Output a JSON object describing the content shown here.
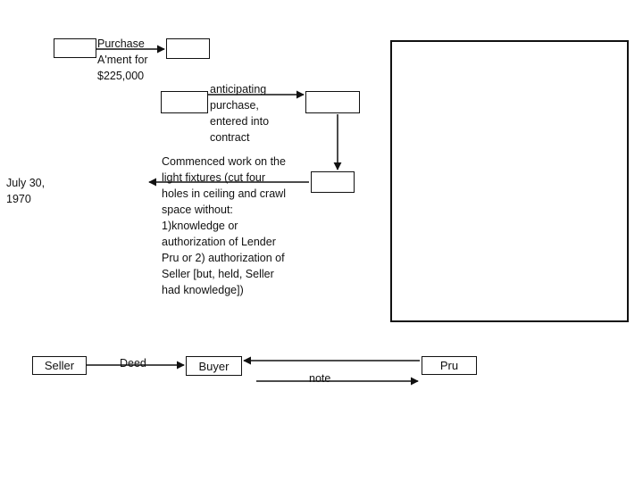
{
  "top": {
    "purchase_agreement": "Purchase\nA'ment for\n$225,000",
    "anticipating": "anticipating\npurchase,\nentered into\ncontract",
    "commenced_work": "Commenced work on the\nlight fixtures (cut four\nholes in ceiling and crawl\nspace without:\n1)knowledge or\nauthorization of Lender\nPru or 2) authorization of\nSeller [but, held, Seller\nhad knowledge])",
    "date": "July 30,\n1970"
  },
  "bottom": {
    "seller": "Seller",
    "deed": "Deed",
    "buyer": "Buyer",
    "note": "note",
    "lender": "Pru"
  },
  "colors": {
    "line": "#111111",
    "background": "#ffffff"
  }
}
